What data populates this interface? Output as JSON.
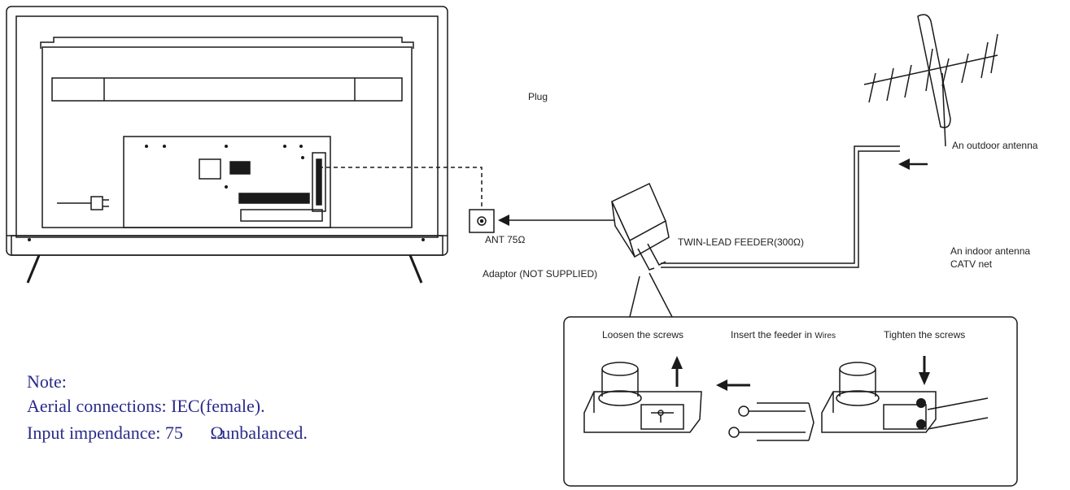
{
  "labels": {
    "plug": "Plug",
    "ant": "ANT 75Ω",
    "adaptor": "Adaptor  (NOT SUPPLIED)",
    "twin_lead": "TWIN-LEAD FEEDER(300Ω)",
    "outdoor": "An outdoor antenna",
    "indoor_line1": "An indoor antenna",
    "indoor_line2": "CATV net",
    "loosen": "Loosen the screws",
    "insert_prefix": "Insert the feeder in",
    "insert_suffix": "Wires",
    "tighten": "Tighten the screws"
  },
  "note": {
    "title": "Note:",
    "line1": "Aerial connections: IEC(female).",
    "line2_prefix": "Input impendance: 75",
    "ohm_symbol": "Ω",
    "line2_suffix": "unbalanced."
  }
}
